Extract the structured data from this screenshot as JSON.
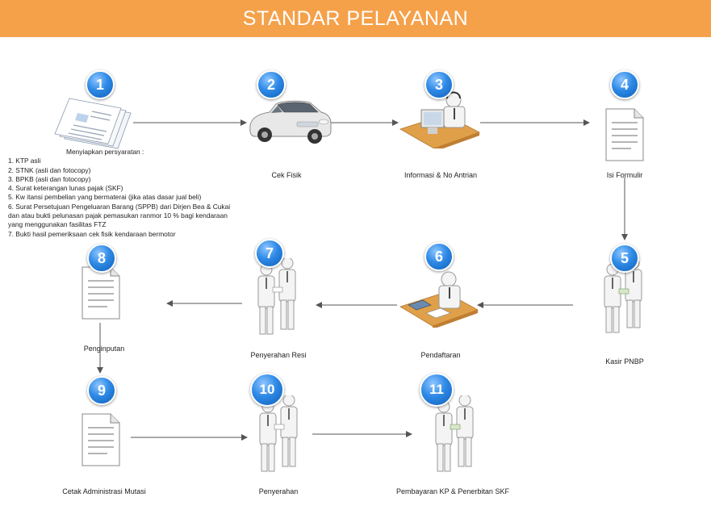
{
  "header": {
    "title": "STANDAR PELAYANAN",
    "color": "#f5a14a"
  },
  "requirements": {
    "title": "Menyiapkan persyaratan :",
    "items": [
      "1. KTP asli",
      "2. STNK (asli dan fotocopy)",
      "3. BPKB (asli dan fotocopy)",
      "4. Surat keterangan lunas pajak (SKF)",
      "5. Kw itansi pembelian yang bermaterai (jika atas dasar jual beli)",
      "6. Surat Persetujuan Pengeluaran Barang (SPPB) dari Dirjen Bea & Cukai",
      "dan atau bukti pelunasan pajak pemasukan ranmor 10 % bagi kendaraan",
      "yang menggunakan fasilitas FTZ",
      "7. Bukti hasil pemeriksaan cek fisik kendaraan bermotor"
    ]
  },
  "steps": [
    {
      "number": "1",
      "label": "",
      "icon": "documents-icon"
    },
    {
      "number": "2",
      "label": "Cek Fisik",
      "icon": "car-icon"
    },
    {
      "number": "3",
      "label": "Informasi & No Antrian",
      "icon": "desk-operator-icon"
    },
    {
      "number": "4",
      "label": "Isi Formulir",
      "icon": "form-document-icon"
    },
    {
      "number": "5",
      "label": "Kasir PNBP",
      "icon": "payment-people-icon"
    },
    {
      "number": "6",
      "label": "Pendaftaran",
      "icon": "registration-desk-icon"
    },
    {
      "number": "7",
      "label": "Penyerahan Resi",
      "icon": "handover-people-icon"
    },
    {
      "number": "8",
      "label": "Penginputan",
      "icon": "input-document-icon"
    },
    {
      "number": "9",
      "label": "Cetak Administrasi Mutasi",
      "icon": "print-document-icon"
    },
    {
      "number": "10",
      "label": "Penyerahan",
      "icon": "handover-people-icon"
    },
    {
      "number": "11",
      "label": "Pembayaran KP & Penerbitan SKF",
      "icon": "payment-people-icon"
    }
  ]
}
